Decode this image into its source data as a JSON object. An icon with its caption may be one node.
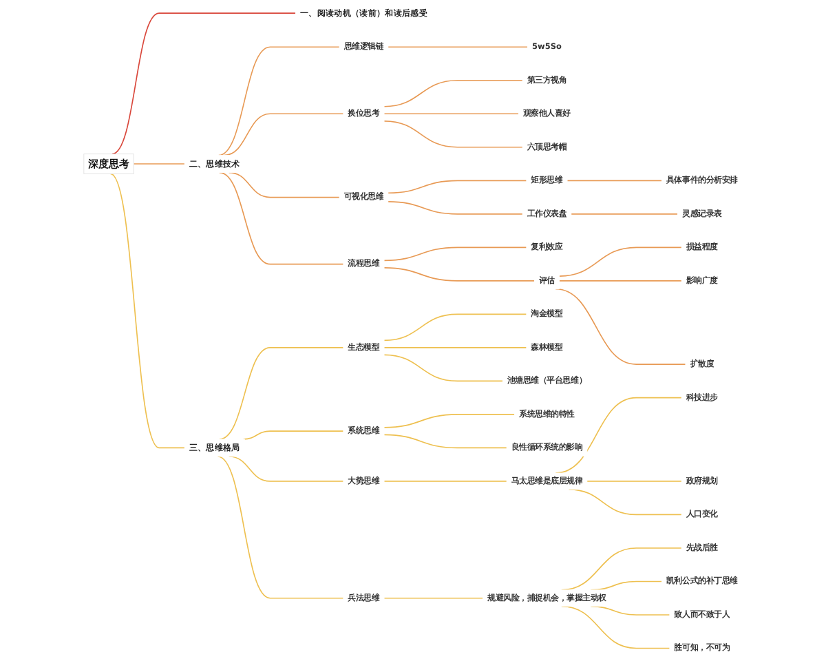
{
  "diagram": {
    "nodes": [
      {
        "text": [
          "深度思考"
        ]
      },
      {
        "text": [
          "一、阅读动机（读前）和读后感受"
        ]
      },
      {
        "text": [
          "二、思维技术"
        ]
      },
      {
        "text": [
          "思维逻辑链"
        ]
      },
      {
        "text": [
          "5w5So"
        ]
      },
      {
        "text": [
          "换位思考"
        ]
      },
      {
        "text": [
          "第三方视角"
        ]
      },
      {
        "text": [
          "观察他人喜好"
        ]
      },
      {
        "text": [
          "六顶思考帽"
        ]
      },
      {
        "text": [
          "可视化思维"
        ]
      },
      {
        "text": [
          "矩形思维"
        ]
      },
      {
        "text": [
          "具体事件的分析安排"
        ]
      },
      {
        "text": [
          "工作仪表盘"
        ]
      },
      {
        "text": [
          "灵感记录表"
        ]
      },
      {
        "text": [
          "流程思维"
        ]
      },
      {
        "text": [
          "复利效应"
        ]
      },
      {
        "text": [
          "评估"
        ]
      },
      {
        "text": [
          "损益程度"
        ]
      },
      {
        "text": [
          "影响广度"
        ]
      },
      {
        "text": [
          "扩散度"
        ]
      },
      {
        "text": [
          "三、思维格局"
        ]
      },
      {
        "text": [
          "生态模型"
        ]
      },
      {
        "text": [
          "淘金模型"
        ]
      },
      {
        "text": [
          "森林模型"
        ]
      },
      {
        "text": [
          "池塘思维（平台思维）"
        ]
      },
      {
        "text": [
          "系统思维"
        ]
      },
      {
        "text": [
          "系统思维的特性"
        ]
      },
      {
        "text": [
          "良性循环系统的影响"
        ]
      },
      {
        "text": [
          "大势思维"
        ]
      },
      {
        "text": [
          "马太思维是底层规律"
        ]
      },
      {
        "text": [
          "科技进步"
        ]
      },
      {
        "text": [
          "政府规划"
        ]
      },
      {
        "text": [
          "人口变化"
        ]
      },
      {
        "text": [
          "兵法思维"
        ]
      },
      {
        "text": [
          "规避风险，捕捉机会，掌握主动权"
        ]
      },
      {
        "text": [
          "先战后胜"
        ]
      },
      {
        "text": [
          "凯利公式的补丁思维"
        ]
      },
      {
        "text": [
          "致人而不致于人"
        ]
      },
      {
        "text": [
          "胜可知，不可为"
        ]
      }
    ],
    "edges": [
      {
        "from": 0,
        "to": 1,
        "arrow": "none",
        "color": "#d9473b"
      },
      {
        "from": 0,
        "to": 2,
        "arrow": "none",
        "color": "#e89a55"
      },
      {
        "from": 2,
        "to": 3,
        "arrow": "none",
        "color": "#e89a55"
      },
      {
        "from": 3,
        "to": 4,
        "arrow": "none",
        "color": "#e89a55"
      },
      {
        "from": 2,
        "to": 5,
        "arrow": "none",
        "color": "#e89a55"
      },
      {
        "from": 5,
        "to": 6,
        "arrow": "none",
        "color": "#e89a55"
      },
      {
        "from": 5,
        "to": 7,
        "arrow": "none",
        "color": "#e89a55"
      },
      {
        "from": 5,
        "to": 8,
        "arrow": "none",
        "color": "#e89a55"
      },
      {
        "from": 2,
        "to": 9,
        "arrow": "none",
        "color": "#e89a55"
      },
      {
        "from": 9,
        "to": 10,
        "arrow": "none",
        "color": "#e89a55"
      },
      {
        "from": 10,
        "to": 11,
        "arrow": "none",
        "color": "#e89a55"
      },
      {
        "from": 9,
        "to": 12,
        "arrow": "none",
        "color": "#e89a55"
      },
      {
        "from": 12,
        "to": 13,
        "arrow": "none",
        "color": "#e89a55"
      },
      {
        "from": 2,
        "to": 14,
        "arrow": "none",
        "color": "#e89a55"
      },
      {
        "from": 14,
        "to": 15,
        "arrow": "none",
        "color": "#e89a55"
      },
      {
        "from": 14,
        "to": 16,
        "arrow": "none",
        "color": "#e89a55"
      },
      {
        "from": 16,
        "to": 17,
        "arrow": "none",
        "color": "#e89a55"
      },
      {
        "from": 16,
        "to": 18,
        "arrow": "none",
        "color": "#e89a55"
      },
      {
        "from": 16,
        "to": 19,
        "arrow": "none",
        "color": "#e89a55"
      },
      {
        "from": 0,
        "to": 20,
        "arrow": "none"
      },
      {
        "from": 20,
        "to": 21,
        "arrow": "none"
      },
      {
        "from": 21,
        "to": 22,
        "arrow": "none"
      },
      {
        "from": 21,
        "to": 23,
        "arrow": "none"
      },
      {
        "from": 21,
        "to": 24,
        "arrow": "none"
      },
      {
        "from": 20,
        "to": 25,
        "arrow": "none"
      },
      {
        "from": 25,
        "to": 26,
        "arrow": "none"
      },
      {
        "from": 25,
        "to": 27,
        "arrow": "none"
      },
      {
        "from": 20,
        "to": 28,
        "arrow": "none"
      },
      {
        "from": 28,
        "to": 29,
        "arrow": "none"
      },
      {
        "from": 29,
        "to": 30,
        "arrow": "none"
      },
      {
        "from": 29,
        "to": 31,
        "arrow": "none"
      },
      {
        "from": 29,
        "to": 32,
        "arrow": "none"
      },
      {
        "from": 20,
        "to": 33,
        "arrow": "none"
      },
      {
        "from": 33,
        "to": 34,
        "arrow": "none"
      },
      {
        "from": 34,
        "to": 35,
        "arrow": "none"
      },
      {
        "from": 34,
        "to": 36,
        "arrow": "none"
      },
      {
        "from": 34,
        "to": 37,
        "arrow": "none"
      },
      {
        "from": 34,
        "to": 38,
        "arrow": "none"
      }
    ]
  }
}
